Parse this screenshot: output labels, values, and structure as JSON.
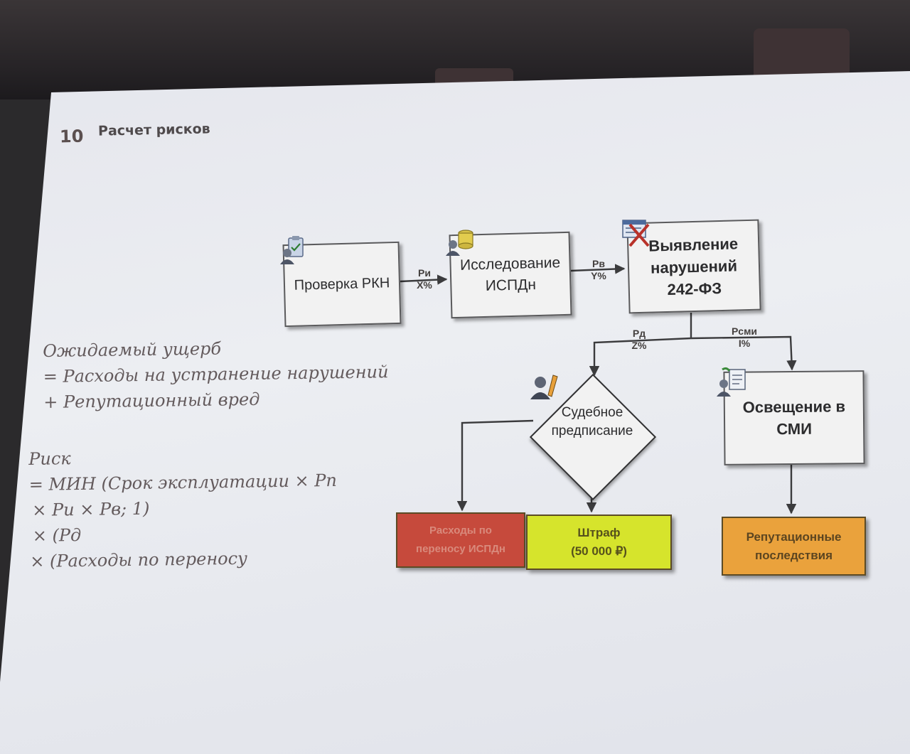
{
  "slide": {
    "number": "10",
    "title": "Расчет рисков"
  },
  "flow": {
    "check": "Проверка РКН",
    "study": [
      "Исследование",
      "ИСПДн"
    ],
    "violations": [
      "Выявление",
      "нарушений",
      "242-ФЗ"
    ],
    "court": [
      "Судебное",
      "предписание"
    ],
    "media": [
      "Освещение в",
      "СМИ"
    ]
  },
  "edges": {
    "check_to_study": [
      "Pи",
      "X%"
    ],
    "study_to_violations": [
      "Pв",
      "Y%"
    ],
    "violations_to_court": [
      "Pд",
      "Z%"
    ],
    "violations_to_media": [
      "Pсми",
      "I%"
    ]
  },
  "outcomes": {
    "transfer": [
      "Расходы по",
      "переносу ИСПДн"
    ],
    "fine": [
      "Штраф",
      "(50 000 ₽)"
    ],
    "reputation": [
      "Репутационные",
      "последствия"
    ]
  },
  "formula_damage": [
    "Ожидаемый ущерб",
    "= Расходы на устранение нарушений",
    "+ Репутационный вред"
  ],
  "formula_risk": [
    "Риск",
    "= МИН (Срок эксплуатации  × Pп",
    "× Pи × Pв; 1)",
    "× (Pд",
    "× (Расходы по переносу"
  ],
  "colors": {
    "transfer": "#c64a3c",
    "fine": "#d6e42c",
    "reputation": "#eaa23c"
  }
}
